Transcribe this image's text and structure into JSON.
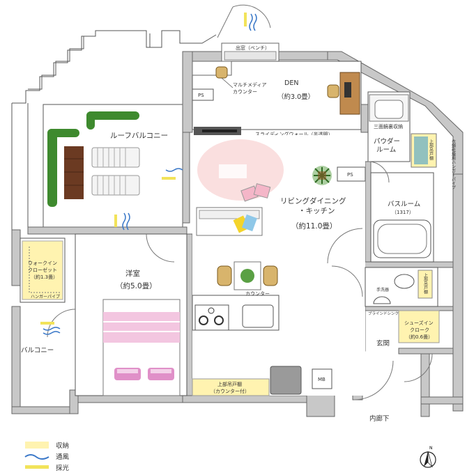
{
  "rooms": {
    "roof_balcony": "ルーフバルコニー",
    "den": "DEN",
    "den_size": "（約3.0畳）",
    "multimedia_counter_1": "マルチメディア",
    "multimedia_counter_2": "カウンター",
    "bay_window": "出窓（ベンチ）",
    "sliding_wall": "スライディングウォール（半透明）",
    "three_side_mirror": "三面鏡裏収納",
    "powder_room_1": "パウダー",
    "powder_room_2": "ルーム",
    "upper_cabinet_v": "上部吊戸棚",
    "changing_pipe": "衣類乾燥用ハンガーパイプ",
    "ps": "PS",
    "living_1": "リビングダイニング",
    "living_2": "・キッチン",
    "living_size": "（約11.0畳）",
    "bathroom": "バスルーム",
    "bathroom_size": "（1317）",
    "walkin_1": "ウォークイン",
    "walkin_2": "クローゼット",
    "walkin_size": "（約1.3畳）",
    "hanger_pipe": "ハンガーパイプ",
    "western_room": "洋室",
    "western_size": "（約5.0畳）",
    "counter": "カウンター",
    "upper_cabinet_right": "上部吊戸棚",
    "hand_wash": "手洗器",
    "blind_sink": "ブラインドシンク",
    "shoes_in_1": "シューズイン",
    "shoes_in_2": "クローク",
    "shoes_in_size": "（約0.6畳）",
    "entrance": "玄関",
    "balcony": "バルコニー",
    "mb": "MB",
    "upper_cabinet_bottom": "上部吊戸棚",
    "upper_cabinet_bottom_sub": "（カウンター付）",
    "inner_corridor": "内廊下"
  },
  "legend": {
    "storage": "収納",
    "ventilation": "通風",
    "daylight": "採光"
  },
  "colors": {
    "wall": "#c8c8c8",
    "storage": "#fff3b0",
    "ventilation": "#3a78c8",
    "daylight": "#f2e35a",
    "bed": "#f3c6e0",
    "furniture_wood": "#c79a5a"
  },
  "icons": {
    "compass": "north-compass-icon"
  }
}
